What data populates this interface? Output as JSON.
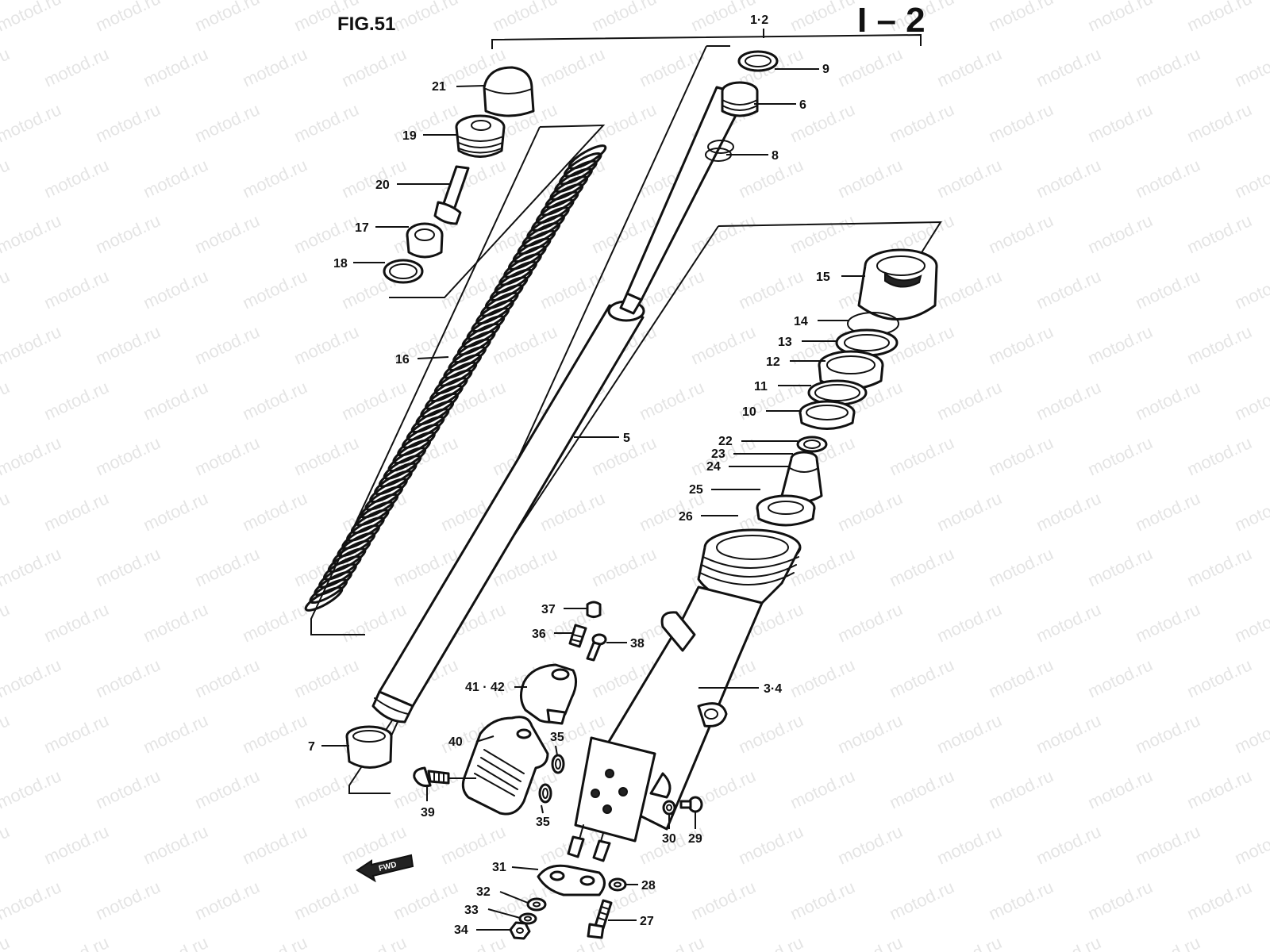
{
  "figure": {
    "title": "FIG.51",
    "code": "I – 2",
    "group_label": "1·2",
    "fwd_label": "FWD",
    "watermark": "motod.ru"
  },
  "callouts": {
    "c1_2": "1·2",
    "c3_4": "3·4",
    "c5": "5",
    "c6": "6",
    "c7": "7",
    "c8": "8",
    "c9": "9",
    "c10": "10",
    "c11": "11",
    "c12": "12",
    "c13": "13",
    "c14": "14",
    "c15": "15",
    "c16": "16",
    "c17": "17",
    "c18": "18",
    "c19": "19",
    "c20": "20",
    "c21": "21",
    "c22": "22",
    "c23": "23",
    "c24": "24",
    "c25": "25",
    "c26": "26",
    "c27": "27",
    "c28": "28",
    "c29": "29",
    "c30": "30",
    "c31": "31",
    "c32": "32",
    "c33": "33",
    "c34": "34",
    "c35a": "35",
    "c35b": "35",
    "c36": "36",
    "c37": "37",
    "c38": "38",
    "c39": "39",
    "c40": "40",
    "c41_42": "41 · 42"
  }
}
